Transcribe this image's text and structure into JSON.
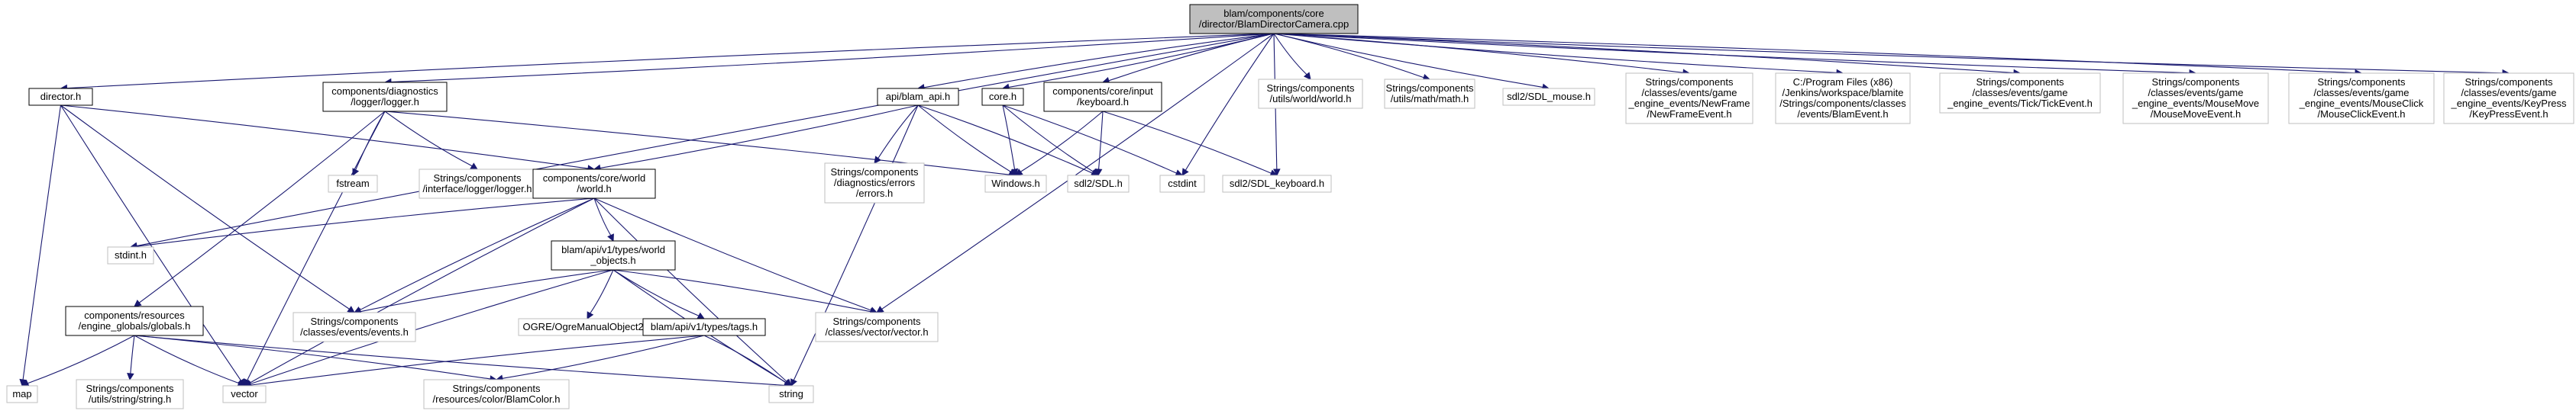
{
  "graph": {
    "colors": {
      "edge": "#191970",
      "root_fill": "#bfbfbf",
      "root_stroke": "#000000",
      "documented_stroke": "#000000",
      "external_stroke": "#bfbfbf",
      "node_fill": "#ffffff"
    },
    "nodes": [
      {
        "id": "root",
        "kind": "root",
        "lines": [
          "blam/components/core",
          "/director/BlamDirectorCamera.cpp"
        ]
      },
      {
        "id": "director_h",
        "kind": "documented",
        "lines": [
          "director.h"
        ]
      },
      {
        "id": "logger_h",
        "kind": "documented",
        "lines": [
          "components/diagnostics",
          "/logger/logger.h"
        ]
      },
      {
        "id": "blam_api_h",
        "kind": "documented",
        "lines": [
          "api/blam_api.h"
        ]
      },
      {
        "id": "core_h",
        "kind": "documented",
        "lines": [
          "core.h"
        ]
      },
      {
        "id": "keyboard_h",
        "kind": "documented",
        "lines": [
          "components/core/input",
          "/keyboard.h"
        ]
      },
      {
        "id": "s_world_h",
        "kind": "external",
        "lines": [
          "Strings/components",
          "/utils/world/world.h"
        ]
      },
      {
        "id": "s_math_h",
        "kind": "external",
        "lines": [
          "Strings/components",
          "/utils/math/math.h"
        ]
      },
      {
        "id": "sdl_mouse_h",
        "kind": "external",
        "lines": [
          "sdl2/SDL_mouse.h"
        ]
      },
      {
        "id": "newframe_h",
        "kind": "external",
        "lines": [
          "Strings/components",
          "/classes/events/game",
          "_engine_events/NewFrame",
          "/NewFrameEvent.h"
        ]
      },
      {
        "id": "blamevent_h",
        "kind": "external",
        "lines": [
          "C:/Program Files (x86)",
          "/Jenkins/workspace/blamite",
          "/Strings/components/classes",
          "/events/BlamEvent.h"
        ]
      },
      {
        "id": "tick_h",
        "kind": "external",
        "lines": [
          "Strings/components",
          "/classes/events/game",
          "_engine_events/Tick/TickEvent.h"
        ]
      },
      {
        "id": "mousemove_h",
        "kind": "external",
        "lines": [
          "Strings/components",
          "/classes/events/game",
          "_engine_events/MouseMove",
          "/MouseMoveEvent.h"
        ]
      },
      {
        "id": "mouseclick_h",
        "kind": "external",
        "lines": [
          "Strings/components",
          "/classes/events/game",
          "_engine_events/MouseClick",
          "/MouseClickEvent.h"
        ]
      },
      {
        "id": "keypress_h",
        "kind": "external",
        "lines": [
          "Strings/components",
          "/classes/events/game",
          "_engine_events/KeyPress",
          "/KeyPressEvent.h"
        ]
      },
      {
        "id": "fstream",
        "kind": "external",
        "lines": [
          "fstream"
        ]
      },
      {
        "id": "i_logger_h",
        "kind": "external",
        "lines": [
          "Strings/components",
          "/interface/logger/logger.h"
        ]
      },
      {
        "id": "errors_h",
        "kind": "external",
        "lines": [
          "Strings/components",
          "/diagnostics/errors",
          "/errors.h"
        ]
      },
      {
        "id": "windows_h",
        "kind": "external",
        "lines": [
          "Windows.h"
        ]
      },
      {
        "id": "sdl_h",
        "kind": "external",
        "lines": [
          "sdl2/SDL.h"
        ]
      },
      {
        "id": "cstdint",
        "kind": "external",
        "lines": [
          "cstdint"
        ]
      },
      {
        "id": "sdl_keyboard_h",
        "kind": "external",
        "lines": [
          "sdl2/SDL_keyboard.h"
        ]
      },
      {
        "id": "core_world_h",
        "kind": "documented",
        "lines": [
          "components/core/world",
          "/world.h"
        ]
      },
      {
        "id": "stdint_h",
        "kind": "external",
        "lines": [
          "stdint.h"
        ]
      },
      {
        "id": "world_objects_h",
        "kind": "documented",
        "lines": [
          "blam/api/v1/types/world",
          "_objects.h"
        ]
      },
      {
        "id": "events_h",
        "kind": "external",
        "lines": [
          "Strings/components",
          "/classes/events/events.h"
        ]
      },
      {
        "id": "ogre_h",
        "kind": "external",
        "lines": [
          "OGRE/OgreManualObject2.h"
        ]
      },
      {
        "id": "vector_h",
        "kind": "external",
        "lines": [
          "Strings/components",
          "/classes/vector/vector.h"
        ]
      },
      {
        "id": "globals_h",
        "kind": "documented",
        "lines": [
          "components/resources",
          "/engine_globals/globals.h"
        ]
      },
      {
        "id": "tags_h",
        "kind": "documented",
        "lines": [
          "blam/api/v1/types/tags.h"
        ]
      },
      {
        "id": "map",
        "kind": "external",
        "lines": [
          "map"
        ]
      },
      {
        "id": "string_h",
        "kind": "external",
        "lines": [
          "Strings/components",
          "/utils/string/string.h"
        ]
      },
      {
        "id": "vector",
        "kind": "external",
        "lines": [
          "vector"
        ]
      },
      {
        "id": "blamcolor_h",
        "kind": "external",
        "lines": [
          "Strings/components",
          "/resources/color/BlamColor.h"
        ]
      },
      {
        "id": "string",
        "kind": "external",
        "lines": [
          "string"
        ]
      }
    ],
    "edges": [
      [
        "root",
        "director_h"
      ],
      [
        "root",
        "logger_h"
      ],
      [
        "root",
        "blam_api_h"
      ],
      [
        "root",
        "core_h"
      ],
      [
        "root",
        "keyboard_h"
      ],
      [
        "root",
        "s_world_h"
      ],
      [
        "root",
        "s_math_h"
      ],
      [
        "root",
        "sdl_mouse_h"
      ],
      [
        "root",
        "newframe_h"
      ],
      [
        "root",
        "blamevent_h"
      ],
      [
        "root",
        "tick_h"
      ],
      [
        "root",
        "mousemove_h"
      ],
      [
        "root",
        "mouseclick_h"
      ],
      [
        "root",
        "keypress_h"
      ],
      [
        "root",
        "stdint_h"
      ],
      [
        "root",
        "vector_h"
      ],
      [
        "root",
        "cstdint"
      ],
      [
        "root",
        "sdl_keyboard_h"
      ],
      [
        "director_h",
        "core_world_h"
      ],
      [
        "director_h",
        "events_h"
      ],
      [
        "director_h",
        "map"
      ],
      [
        "director_h",
        "vector"
      ],
      [
        "logger_h",
        "fstream"
      ],
      [
        "logger_h",
        "i_logger_h"
      ],
      [
        "logger_h",
        "windows_h"
      ],
      [
        "logger_h",
        "globals_h"
      ],
      [
        "logger_h",
        "vector"
      ],
      [
        "blam_api_h",
        "core_world_h"
      ],
      [
        "blam_api_h",
        "errors_h"
      ],
      [
        "blam_api_h",
        "windows_h"
      ],
      [
        "blam_api_h",
        "sdl_h"
      ],
      [
        "blam_api_h",
        "string"
      ],
      [
        "core_h",
        "windows_h"
      ],
      [
        "core_h",
        "sdl_h"
      ],
      [
        "core_h",
        "cstdint"
      ],
      [
        "keyboard_h",
        "windows_h"
      ],
      [
        "keyboard_h",
        "sdl_keyboard_h"
      ],
      [
        "keyboard_h",
        "sdl_h"
      ],
      [
        "core_world_h",
        "stdint_h"
      ],
      [
        "core_world_h",
        "world_objects_h"
      ],
      [
        "core_world_h",
        "events_h"
      ],
      [
        "core_world_h",
        "vector_h"
      ],
      [
        "core_world_h",
        "vector"
      ],
      [
        "core_world_h",
        "string"
      ],
      [
        "world_objects_h",
        "events_h"
      ],
      [
        "world_objects_h",
        "ogre_h"
      ],
      [
        "world_objects_h",
        "vector_h"
      ],
      [
        "world_objects_h",
        "tags_h"
      ],
      [
        "world_objects_h",
        "vector"
      ],
      [
        "world_objects_h",
        "string"
      ],
      [
        "tags_h",
        "vector"
      ],
      [
        "tags_h",
        "blamcolor_h"
      ],
      [
        "tags_h",
        "string"
      ],
      [
        "globals_h",
        "map"
      ],
      [
        "globals_h",
        "string_h"
      ],
      [
        "globals_h",
        "vector"
      ],
      [
        "globals_h",
        "blamcolor_h"
      ],
      [
        "globals_h",
        "string"
      ]
    ]
  }
}
